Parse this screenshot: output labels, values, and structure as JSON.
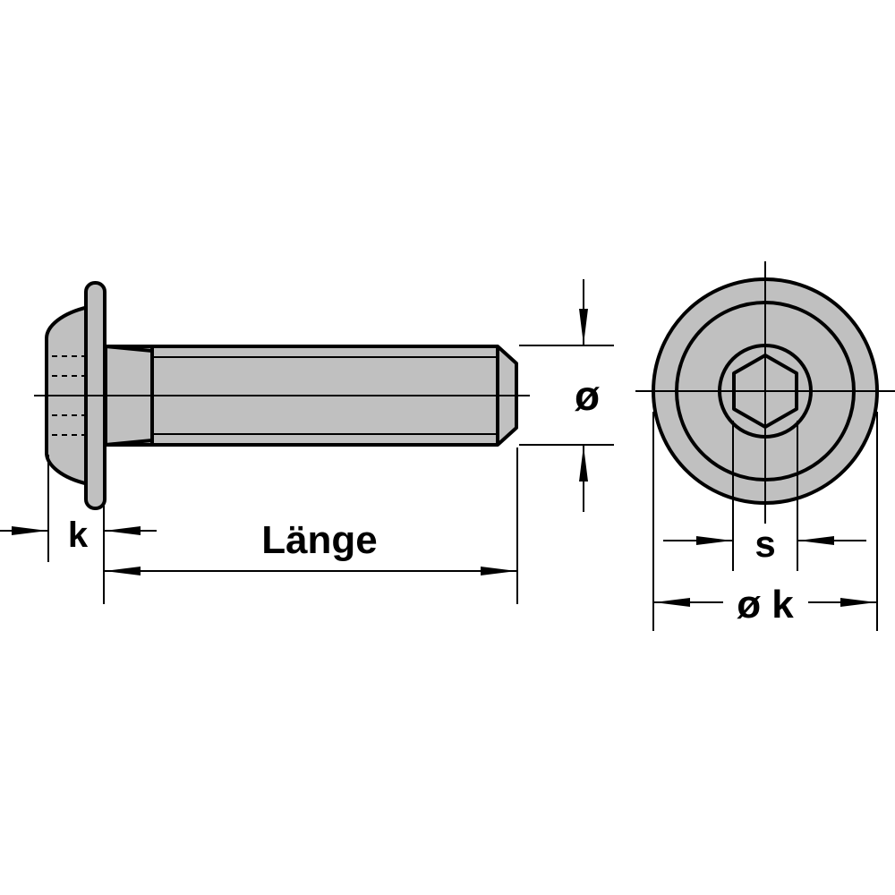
{
  "labels": {
    "diameter": "ø",
    "head_height": "k",
    "length": "Länge",
    "socket_size": "s",
    "head_diameter": "ø k"
  },
  "colors": {
    "part_fill": "#c0c0c0",
    "line": "#000000",
    "background": "#ffffff"
  }
}
